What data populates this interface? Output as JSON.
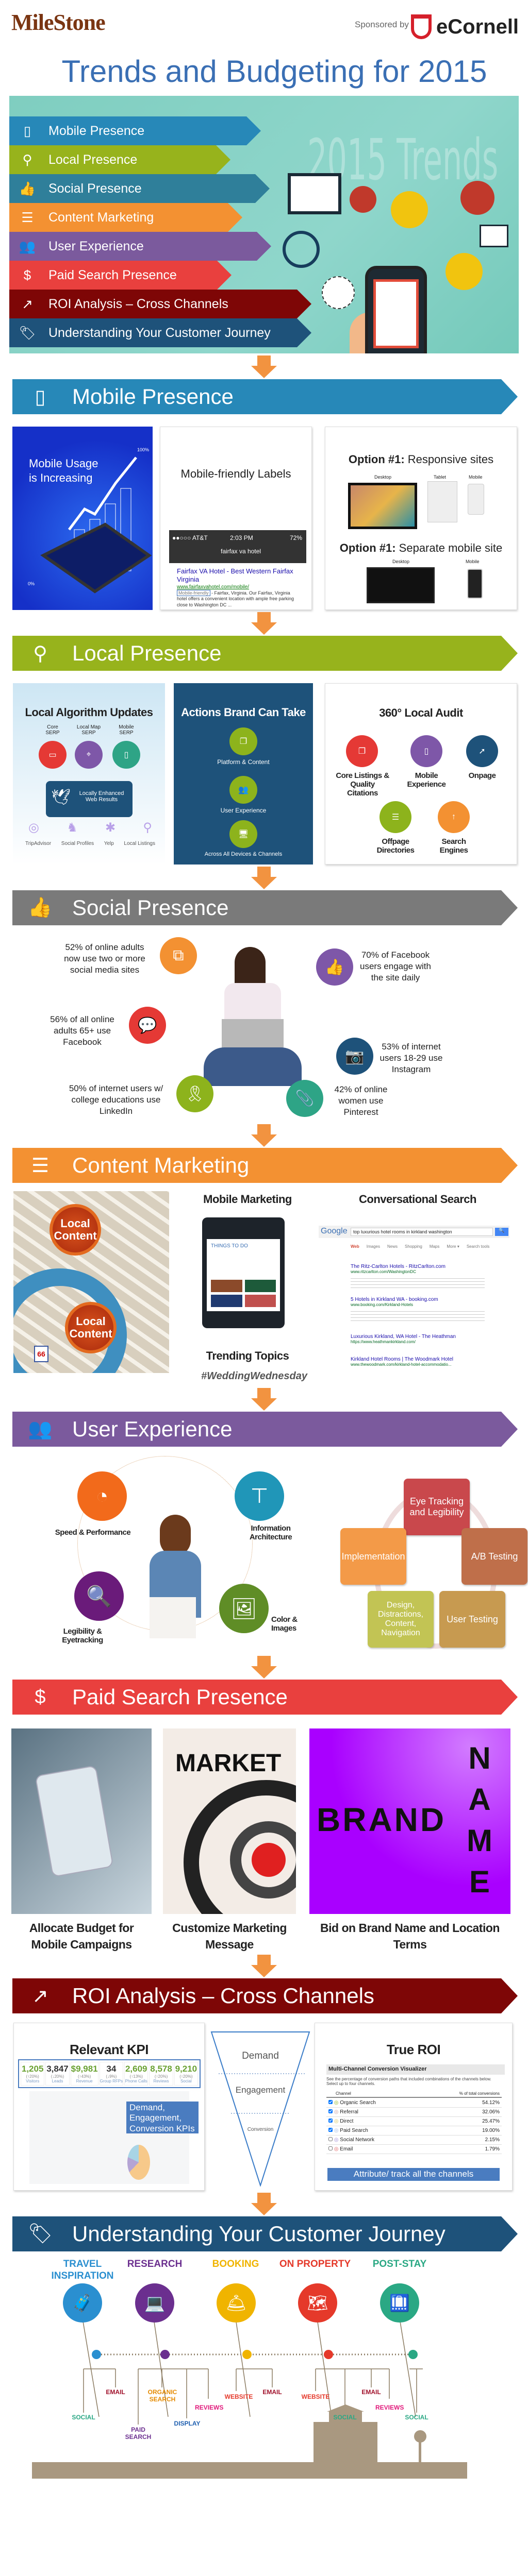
{
  "header": {
    "logo": "MileStone",
    "sponsor_text": "Sponsored by",
    "sponsor": "eCornell",
    "title": "Trends and Budgeting for 2015"
  },
  "hero": {
    "watermark": "2015 Trends",
    "menu": [
      {
        "label": "Mobile Presence",
        "icon": "mobile-phone-icon",
        "color": "#2788b8"
      },
      {
        "label": "Local Presence",
        "icon": "magnifier-icon",
        "color": "#97b31c"
      },
      {
        "label": "Social Presence",
        "icon": "thumbs-up-icon",
        "color": "#2f7f9a"
      },
      {
        "label": "Content Marketing",
        "icon": "list-icon",
        "color": "#f39132"
      },
      {
        "label": "User Experience",
        "icon": "users-icon",
        "color": "#7b5a9d"
      },
      {
        "label": "Paid Search Presence",
        "icon": "dollar-cursor-icon",
        "color": "#e9403e"
      },
      {
        "label": "ROI Analysis – Cross Channels",
        "icon": "trend-chart-icon",
        "color": "#7e0606"
      },
      {
        "label": "Understanding Your Customer Journey",
        "icon": "tag-icon",
        "color": "#1e527a"
      }
    ]
  },
  "mobile": {
    "title": "Mobile Presence",
    "usage": "Mobile Usage is Increasing",
    "axis_top": "100%",
    "axis_bottom": "0%",
    "labels_title": "Mobile-friendly Labels",
    "status": {
      "carrier": "●●○○○ AT&T",
      "time": "2:03 PM",
      "battery": "72%",
      "url": "fairfax va hotel"
    },
    "result": {
      "title": "Fairfax VA Hotel - Best Western Fairfax Virginia",
      "url": "www.fairfaxvahotel.com/mobile/",
      "badge": "Mobile-friendly",
      "snippet": "- Fairfax, Virginia. Our Fairfax, Virginia hotel offers a convenient location with ample free parking close to Washington DC ..."
    },
    "option1": {
      "prefix": "Option #1:",
      "text": "Responsive sites",
      "devices": [
        "Desktop",
        "Tablet",
        "Mobile"
      ]
    },
    "option2": {
      "prefix": "Option #1:",
      "text": "Separate mobile site",
      "devices": [
        "Desktop",
        "Mobile"
      ]
    }
  },
  "local": {
    "title": "Local Presence",
    "algo": {
      "title": "Local Algorithm Updates",
      "top": [
        "Core SERP",
        "Local Map SERP",
        "Mobile SERP"
      ],
      "center": "Locally Enhanced Web Results",
      "bottom": [
        "TripAdvisor",
        "Social Profiles",
        "Yelp",
        "Local Listings"
      ]
    },
    "actions": {
      "title": "Actions Brand Can Take",
      "steps": [
        "Platform & Content",
        "User Experience",
        "Across All Devices & Channels"
      ]
    },
    "audit": {
      "title": "360° Local Audit",
      "items": [
        "Core Listings & Quality Citations",
        "Mobile Experience",
        "Onpage",
        "Offpage Directories",
        "Search Engines"
      ]
    }
  },
  "social": {
    "title": "Social Presence",
    "stats": [
      "52% of online adults now use two or more social media sites",
      "70% of Facebook users engage with the site daily",
      "56% of all online adults 65+ use Facebook",
      "53% of internet users 18-29 use Instagram",
      "50% of internet users w/ college educations use LinkedIn",
      "42% of online women use Pinterest"
    ]
  },
  "content": {
    "title": "Content Marketing",
    "pin_label": "Local Content",
    "route": "66",
    "mobile_title": "Mobile Marketing",
    "tablet_heading": "THINGS TO DO",
    "trending_title": "Trending Topics",
    "hashtag": "#WeddingWednesday",
    "conv_title": "Conversational Search",
    "google": "Google",
    "query": "top luxurious hotel rooms in kirkland washington",
    "tabs": [
      "Web",
      "Images",
      "News",
      "Shopping",
      "Maps",
      "More ▾",
      "Search tools"
    ],
    "results": [
      {
        "title": "The Ritz-Carlton Hotels - RitzCarlton.com",
        "url": "www.ritzcarlton.com/WashingtonDC"
      },
      {
        "title": "5 Hotels in Kirkland WA - booking.com",
        "url": "www.booking.com/Kirkland-Hotels"
      },
      {
        "title": "Luxurious Kirkland, WA Hotel - The Heathman",
        "url": "https://www.heathmankirkland.com/"
      },
      {
        "title": "Kirkland Hotel Rooms | The Woodmark Hotel",
        "url": "www.thewoodmark.com/kirkland-hotel-accommodatio..."
      }
    ]
  },
  "ux": {
    "title": "User Experience",
    "items": [
      "Speed & Performance",
      "Information Architecture",
      "Legibility & Eyetracking",
      "Color & Images"
    ],
    "cycle": [
      "Eye Tracking and Legibility",
      "A/B Testing",
      "User Testing",
      "Design, Distractions, Content, Navigation",
      "Implementation"
    ]
  },
  "paid": {
    "title": "Paid Search Presence",
    "img_market": "MARKET",
    "img_brand": "BRAND",
    "img_name": "NAME",
    "captions": [
      "Allocate Budget for Mobile Campaigns",
      "Customize Marketing Message",
      "Bid on Brand Name and Location Terms"
    ]
  },
  "roi": {
    "title": "ROI Analysis – Cross Channels",
    "kpi_title": "Relevant KPI",
    "kpis": [
      {
        "value": "1,205",
        "change": "(↑20%)",
        "label": "Visitors"
      },
      {
        "value": "3,847",
        "change": "(↓20%)",
        "label": "Leads"
      },
      {
        "value": "$9,981",
        "change": "(↑43%)",
        "label": "Revenue"
      },
      {
        "value": "34",
        "change": "(↓9%)",
        "label": "Group RFPs"
      },
      {
        "value": "2,609",
        "change": "(↑13%)",
        "label": "Phone Calls"
      },
      {
        "value": "8,578",
        "change": "(↑20%)",
        "label": "Reviews"
      },
      {
        "value": "9,210",
        "change": "(↑20%)",
        "label": "Social"
      }
    ],
    "overlay": "Demand, Engagement, Conversion KPIs",
    "funnel": [
      "Demand",
      "Engagement",
      "Conversion"
    ],
    "true_title": "True ROI",
    "vis_title": "Multi-Channel Conversion Visualizer",
    "vis_desc": "See the percentage of conversion paths that included combinations of the channels below. Select up to four channels.",
    "col_channel": "Channel",
    "col_pct": "% of total conversions",
    "channels": [
      {
        "name": "Organic Search",
        "pct": "54.12%",
        "checked": true
      },
      {
        "name": "Referral",
        "pct": "32.06%",
        "checked": true
      },
      {
        "name": "Direct",
        "pct": "25.47%",
        "checked": true
      },
      {
        "name": "Paid Search",
        "pct": "19.00%",
        "checked": true
      },
      {
        "name": "Social Network",
        "pct": "2.15%",
        "checked": false
      },
      {
        "name": "Email",
        "pct": "1.79%",
        "checked": false
      }
    ],
    "button": "Attribute/ track all the channels"
  },
  "journey": {
    "title": "Understanding Your Customer Journey",
    "stages": [
      {
        "label": "TRAVEL INSPIRATION",
        "color": "#2a8fd0"
      },
      {
        "label": "RESEARCH",
        "color": "#6b2f8f"
      },
      {
        "label": "BOOKING",
        "color": "#f0b400"
      },
      {
        "label": "ON PROPERTY",
        "color": "#e5392a"
      },
      {
        "label": "POST-STAY",
        "color": "#2aa884"
      }
    ],
    "touchpoints": {
      "social": "SOCIAL",
      "email": "EMAIL",
      "organic": "ORGANIC SEARCH",
      "reviews": "REVIEWS",
      "display": "DISPLAY",
      "paid": "PAID SEARCH",
      "website": "WEBSITE"
    }
  }
}
